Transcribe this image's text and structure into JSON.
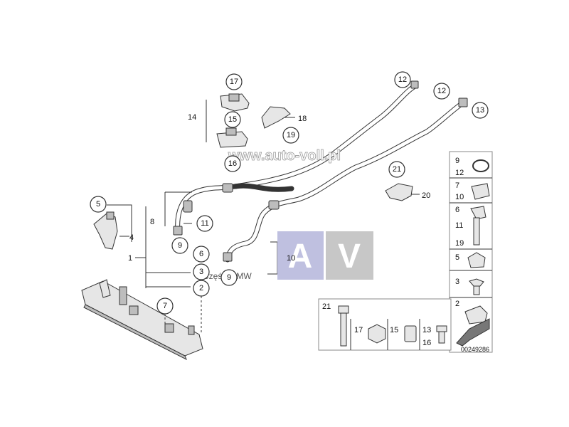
{
  "watermark": "www.auto-voll.pl",
  "logo": {
    "left": "A",
    "right": "V",
    "tagline": "Części BMW"
  },
  "diagram_code": "00249286",
  "parts": {
    "p1": "1",
    "p2": "2",
    "p3": "3",
    "p4": "4",
    "p5": "5",
    "p6": "6",
    "p7": "7",
    "p8": "8",
    "p9": "9",
    "p10": "10",
    "p11": "11",
    "p12": "12",
    "p13": "13",
    "p14": "14",
    "p15": "15",
    "p16": "16",
    "p17": "17",
    "p18": "18",
    "p19": "19",
    "p20": "20",
    "p21": "21"
  },
  "colors": {
    "line": "#333333",
    "part_fill": "#e6e6e6",
    "logo_left": "#bfc0e0",
    "logo_right": "#c7c7c7"
  }
}
